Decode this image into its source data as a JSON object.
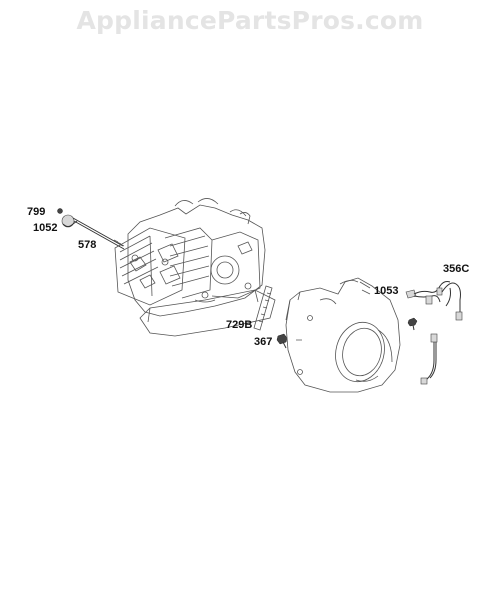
{
  "watermark": {
    "text": "AppliancePartsPros.com"
  },
  "callouts": {
    "p799": "799",
    "p1052": "1052",
    "p578": "578",
    "p729B": "729B",
    "p367": "367",
    "p1053": "1053",
    "p356C": "356C"
  }
}
